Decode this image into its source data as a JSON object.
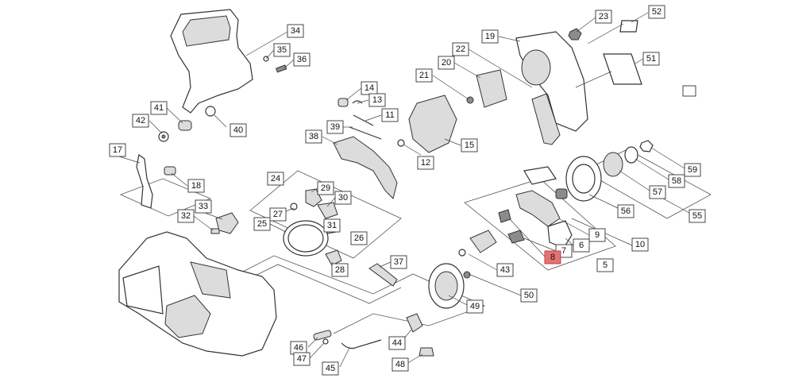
{
  "highlight_color": "#e57373",
  "highlighted_part": "8",
  "callouts": [
    {
      "id": "c1",
      "label": "52"
    },
    {
      "id": "c2",
      "label": "23"
    },
    {
      "id": "c3",
      "label": "19"
    },
    {
      "id": "c4",
      "label": "22"
    },
    {
      "id": "c5",
      "label": "20"
    },
    {
      "id": "c6",
      "label": "51"
    },
    {
      "id": "c7",
      "label": "21"
    },
    {
      "id": "c8",
      "label": "34"
    },
    {
      "id": "c9",
      "label": "35"
    },
    {
      "id": "c10",
      "label": "36"
    },
    {
      "id": "c11",
      "label": "14"
    },
    {
      "id": "c12",
      "label": "13"
    },
    {
      "id": "c13",
      "label": "41"
    },
    {
      "id": "c14",
      "label": "11"
    },
    {
      "id": "c15",
      "label": "42"
    },
    {
      "id": "c16",
      "label": "40"
    },
    {
      "id": "c17",
      "label": "39"
    },
    {
      "id": "c18",
      "label": "38"
    },
    {
      "id": "c19",
      "label": "15"
    },
    {
      "id": "c20",
      "label": "12"
    },
    {
      "id": "c21",
      "label": "17"
    },
    {
      "id": "c22",
      "label": "18"
    },
    {
      "id": "c23",
      "label": "59"
    },
    {
      "id": "c24",
      "label": "58"
    },
    {
      "id": "c25",
      "label": "24"
    },
    {
      "id": "c26",
      "label": "29"
    },
    {
      "id": "c27",
      "label": "30"
    },
    {
      "id": "c28",
      "label": "57"
    },
    {
      "id": "c29",
      "label": "33"
    },
    {
      "id": "c30",
      "label": "27"
    },
    {
      "id": "c31",
      "label": "56"
    },
    {
      "id": "c32",
      "label": "55"
    },
    {
      "id": "c33",
      "label": "32"
    },
    {
      "id": "c34",
      "label": "25"
    },
    {
      "id": "c35",
      "label": "31"
    },
    {
      "id": "c36",
      "label": "26"
    },
    {
      "id": "c37",
      "label": "9"
    },
    {
      "id": "c38",
      "label": "10"
    },
    {
      "id": "c39",
      "label": "7"
    },
    {
      "id": "c40",
      "label": "6"
    },
    {
      "id": "c41",
      "label": "8"
    },
    {
      "id": "c42",
      "label": "5"
    },
    {
      "id": "c43",
      "label": "37"
    },
    {
      "id": "c44",
      "label": "28"
    },
    {
      "id": "c45",
      "label": "43"
    },
    {
      "id": "c46",
      "label": "50"
    },
    {
      "id": "c47",
      "label": "49"
    },
    {
      "id": "c48",
      "label": "44"
    },
    {
      "id": "c49",
      "label": "46"
    },
    {
      "id": "c50",
      "label": "47"
    },
    {
      "id": "c51",
      "label": "45"
    },
    {
      "id": "c52",
      "label": "48"
    },
    {
      "id": "c53",
      "label": ""
    }
  ]
}
